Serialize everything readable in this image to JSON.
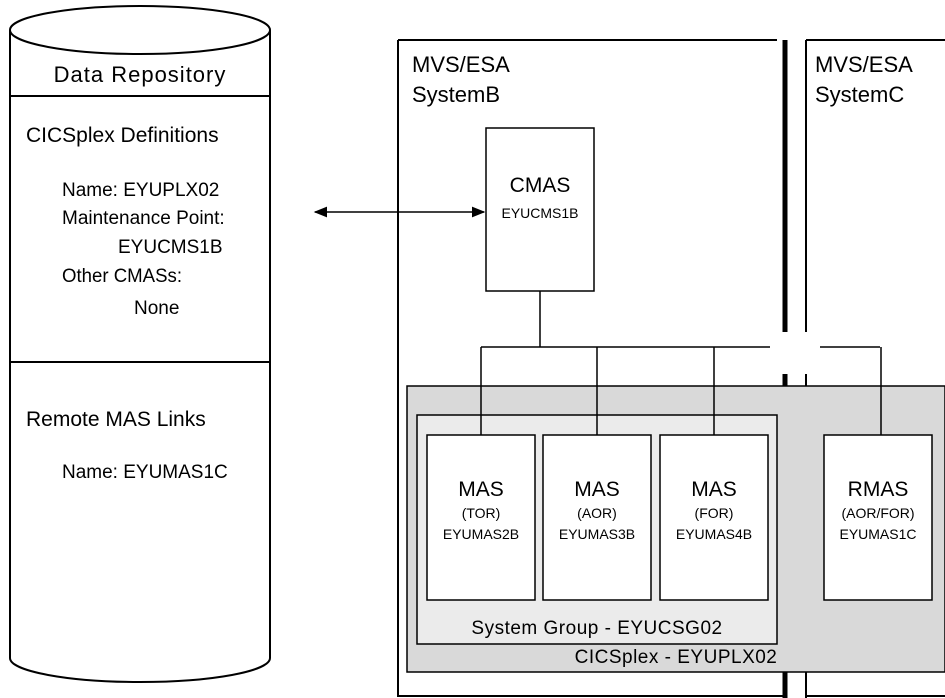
{
  "colors": {
    "line": "#000000",
    "cicsplex_fill": "#d9d9d9",
    "system_group_fill": "#ebebeb",
    "box_fill": "#ffffff",
    "background": "#ffffff"
  },
  "repository": {
    "title": "Data Repository",
    "cicsplex_definitions": {
      "heading": "CICSplex Definitions",
      "name_line": "Name:  EYUPLX02",
      "maintenance_label": "Maintenance Point:",
      "maintenance_value": "EYUCMS1B",
      "other_cmas_label": "Other CMASs:",
      "other_cmas_value": "None"
    },
    "remote_mas_links": {
      "heading": "Remote MAS Links",
      "name_line": "Name:  EYUMAS1C"
    }
  },
  "system_b": {
    "title_line1": "MVS/ESA",
    "title_line2": "SystemB"
  },
  "system_c": {
    "title_line1": "MVS/ESA",
    "title_line2": "SystemC"
  },
  "cmas": {
    "label": "CMAS",
    "id": "EYUCMS1B"
  },
  "mas_boxes": [
    {
      "label": "MAS",
      "role": "(TOR)",
      "id": "EYUMAS2B"
    },
    {
      "label": "MAS",
      "role": "(AOR)",
      "id": "EYUMAS3B"
    },
    {
      "label": "MAS",
      "role": "(FOR)",
      "id": "EYUMAS4B"
    }
  ],
  "rmas": {
    "label": "RMAS",
    "role": "(AOR/FOR)",
    "id": "EYUMAS1C"
  },
  "system_group": {
    "label": "System Group - EYUCSG02"
  },
  "cicsplex": {
    "label": "CICSplex - EYUPLX02"
  }
}
